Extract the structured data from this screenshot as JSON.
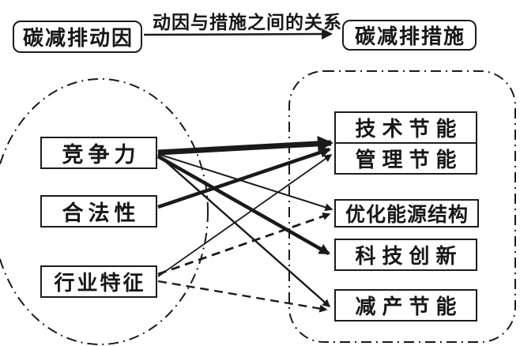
{
  "colors": {
    "ink": "#1a1a1a",
    "background": "#ffffff"
  },
  "diagram": {
    "top": {
      "left_box": "碳减排动因",
      "arrow_label": "动因与措施之间的关系",
      "right_box": "碳减排措施"
    },
    "drivers": [
      "竞争力",
      "合法性",
      "行业特征"
    ],
    "measures": [
      "技术节能",
      "管理节能",
      "优化能源结构",
      "科技创新",
      "减产节能"
    ],
    "edges": [
      {
        "from": "竞争力",
        "to": "技术节能/管理节能",
        "style": "solid",
        "weight": "very-thick"
      },
      {
        "from": "竞争力",
        "to": "优化能源结构",
        "style": "solid",
        "weight": "thin"
      },
      {
        "from": "竞争力",
        "to": "科技创新",
        "style": "solid",
        "weight": "thick"
      },
      {
        "from": "竞争力",
        "to": "减产节能",
        "style": "solid",
        "weight": "thin"
      },
      {
        "from": "合法性",
        "to": "技术节能/管理节能",
        "style": "solid",
        "weight": "thick"
      },
      {
        "from": "行业特征",
        "to": "技术节能/管理节能",
        "style": "solid",
        "weight": "thin"
      },
      {
        "from": "行业特征",
        "to": "优化能源结构",
        "style": "dashed",
        "weight": "medium"
      },
      {
        "from": "行业特征",
        "to": "减产节能",
        "style": "dashed",
        "weight": "thin"
      }
    ]
  }
}
